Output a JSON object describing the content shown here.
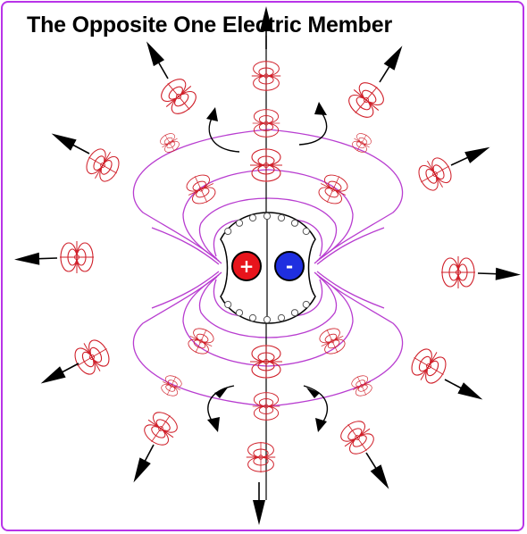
{
  "title": "The Opposite One Electric Member",
  "charges": {
    "positive": {
      "label": "+",
      "color": "#e8141c"
    },
    "negative": {
      "label": "-",
      "color": "#1f2fe0"
    }
  },
  "colors": {
    "frame": "#b833e8",
    "field_lines": "#b83dd0",
    "rosettes": "#d0202a",
    "arrows": "#000000",
    "bead_ring": "#555555"
  },
  "icons": [
    "outward-arrow",
    "curved-arrow",
    "field-rosette"
  ]
}
